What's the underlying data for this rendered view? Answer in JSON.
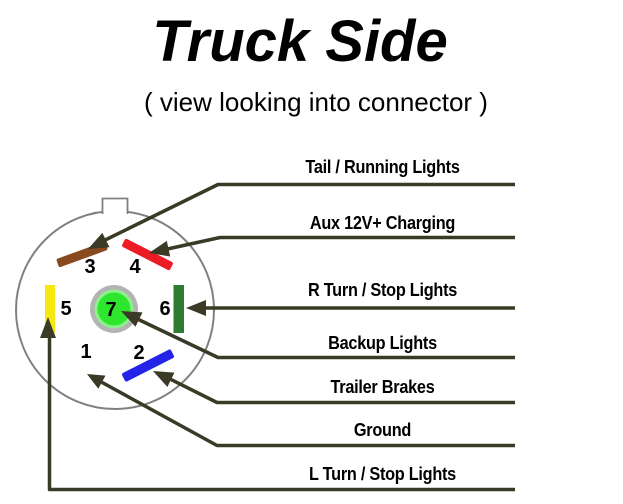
{
  "title": "Truck Side",
  "subtitle": "( view looking into connector )",
  "wire_labels": [
    {
      "text": "Tail / Running Lights",
      "pin": "3"
    },
    {
      "text": "Aux 12V+ Charging",
      "pin": "4"
    },
    {
      "text": "R Turn / Stop Lights",
      "pin": "6"
    },
    {
      "text": "Backup Lights",
      "pin": "7"
    },
    {
      "text": "Trailer Brakes",
      "pin": "2"
    },
    {
      "text": "Ground",
      "pin": "1"
    },
    {
      "text": "L Turn / Stop Lights",
      "pin": "5"
    }
  ],
  "pins": [
    {
      "number": "1",
      "color": "#ffffff"
    },
    {
      "number": "2",
      "color": "#2424e9"
    },
    {
      "number": "3",
      "color": "#8a4a1f"
    },
    {
      "number": "4",
      "color": "#ed1c24"
    },
    {
      "number": "5",
      "color": "#f5e90f"
    },
    {
      "number": "6",
      "color": "#2e7c34"
    },
    {
      "number": "7",
      "color": "#2ee62e"
    }
  ],
  "colors": {
    "background": "#ffffff",
    "text": "#000000",
    "wire_line": "#3a3a26",
    "connector_outline": "#808080",
    "pin7_ring": "#b3b3b3",
    "pin1_outline": "#1a1a1a"
  }
}
